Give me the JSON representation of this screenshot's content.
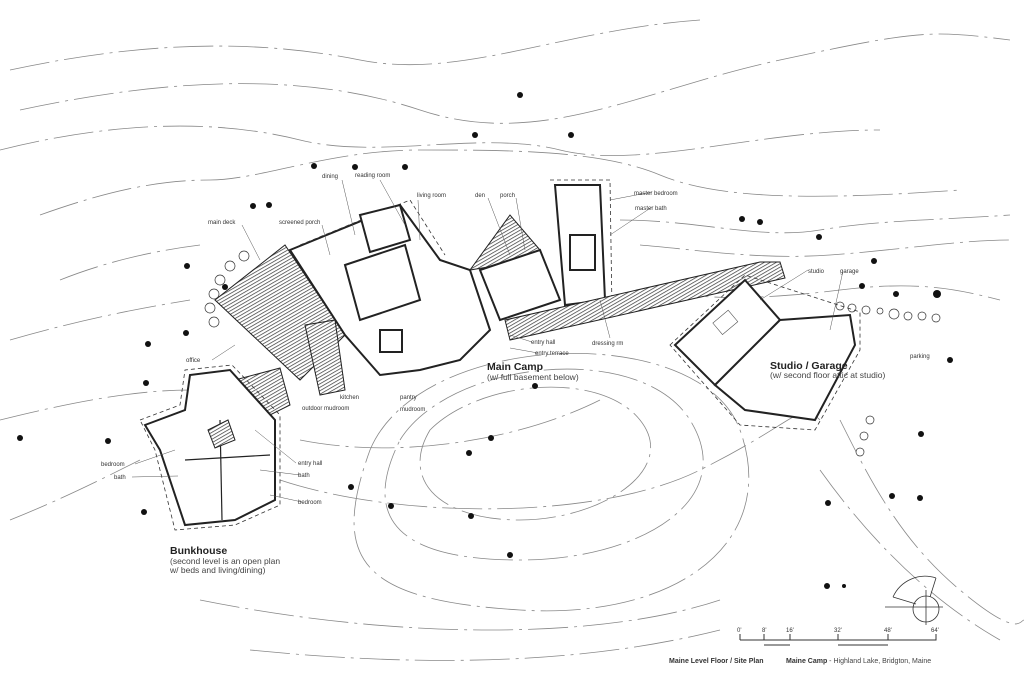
{
  "rooms": {
    "dining": "dining",
    "reading_room": "reading room",
    "living_room": "living room",
    "den": "den",
    "porch": "porch",
    "main_deck": "main deck",
    "screened_porch": "screened porch",
    "master_bedroom": "master bedroom",
    "master_bath": "master bath",
    "studio": "studio",
    "garage": "garage",
    "parking": "parking",
    "entry_hall_main": "entry hall",
    "entry_terrace": "entry terrace",
    "dressing_rm": "dressing rm",
    "office": "office",
    "kitchen": "kitchen",
    "pantry": "pantry",
    "outdoor_mudroom": "outdoor mudroom",
    "mudroom": "mudroom",
    "entry_hall_bunk": "entry hall",
    "bedroom_left": "bedroom",
    "bath_left": "bath",
    "bath_right": "bath",
    "bedroom_right": "bedroom"
  },
  "buildings": {
    "main_camp": {
      "title": "Main Camp",
      "note": "(w/ full basement below)"
    },
    "studio_garage": {
      "title": "Studio / Garage",
      "note": "(w/ second floor attic at studio)"
    },
    "bunkhouse": {
      "title": "Bunkhouse",
      "note1": "(second level is an open plan",
      "note2": "w/ beds and living/dining)"
    }
  },
  "scale_bar": {
    "ticks": [
      "0'",
      "8'",
      "16'",
      "32'",
      "48'",
      "64'"
    ]
  },
  "footer": {
    "plan_title": "Maine Level Floor / Site Plan",
    "project": "Maine Camp",
    "location": " - Highland Lake, Bridgton, Maine"
  }
}
